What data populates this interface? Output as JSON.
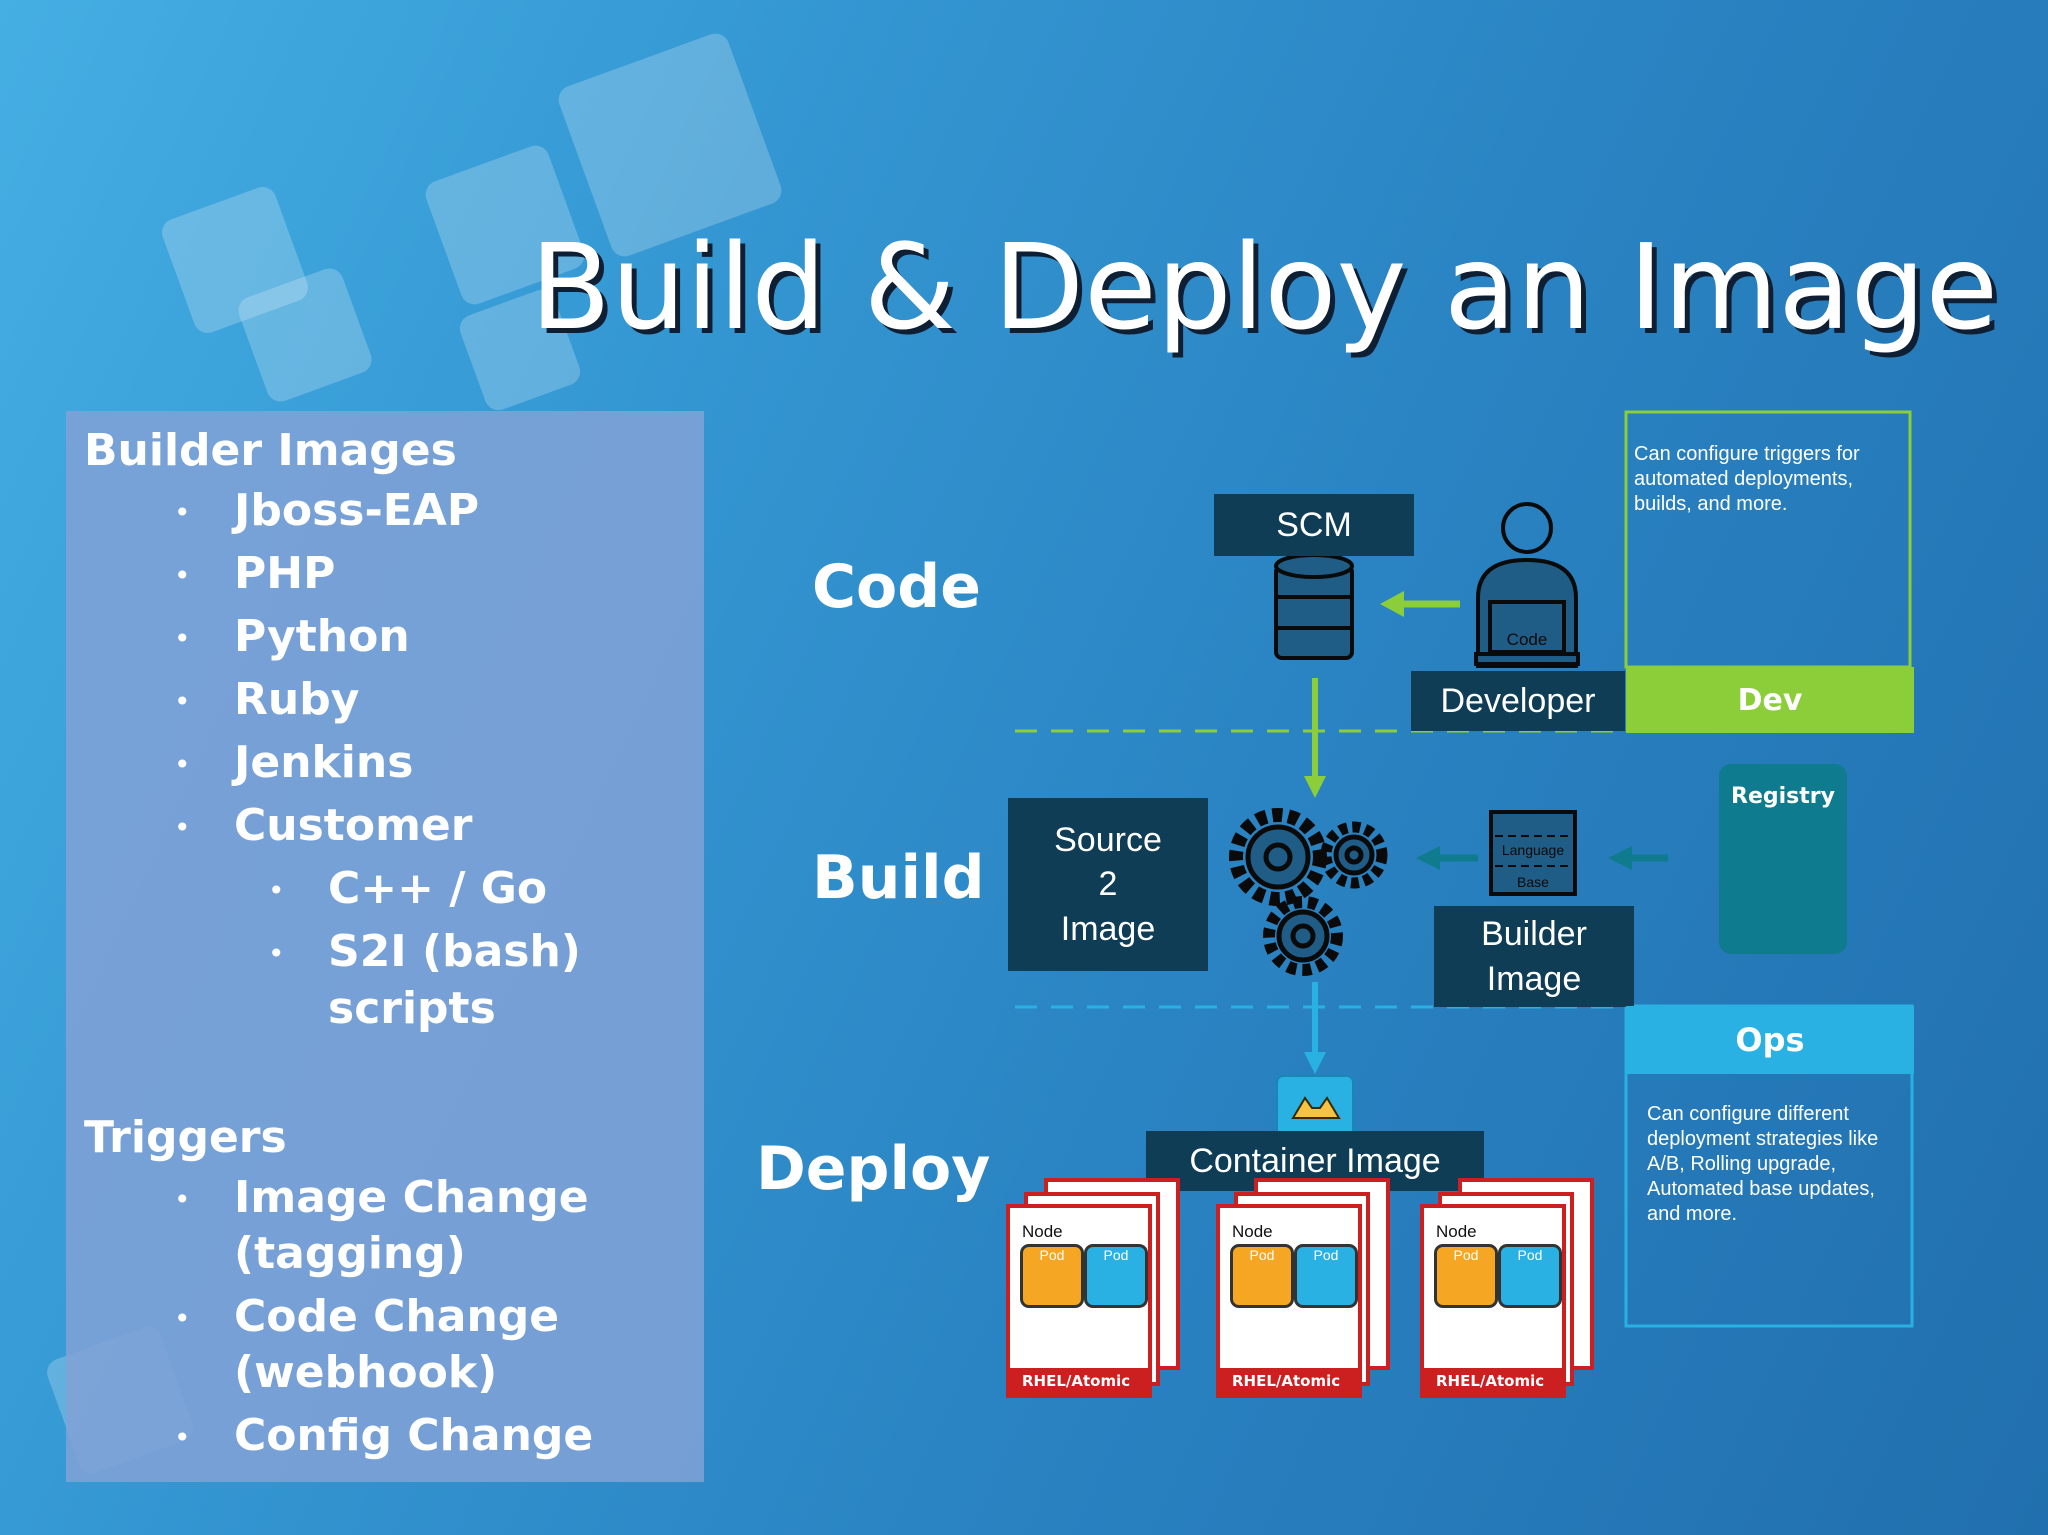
{
  "title": "Build & Deploy an Image",
  "left_panel": {
    "builder_heading": "Builder Images",
    "builder_items": [
      "Jboss-EAP",
      "PHP",
      "Python",
      "Ruby",
      "Jenkins",
      "Customer"
    ],
    "customer_subitems": [
      "C++ / Go",
      "S2I (bash)",
      "scripts"
    ],
    "triggers_heading": "Triggers",
    "trigger_items": [
      "Image Change",
      "(tagging)",
      "Code  Change",
      "(webhook)",
      "Config Change"
    ]
  },
  "stages": {
    "code": "Code",
    "build": "Build",
    "deploy": "Deploy"
  },
  "boxes": {
    "scm": "SCM",
    "developer": "Developer",
    "source2image_line1": "Source",
    "source2image_line2": "2",
    "source2image_line3": "Image",
    "builder_image_line1": "Builder",
    "builder_image_line2": "Image",
    "container_image": "Container Image",
    "laptop_code": "Code",
    "language": "Language",
    "base": "Base",
    "registry": "Registry"
  },
  "dev": {
    "band": "Dev",
    "note": "Can configure triggers for automated deployments, builds, and  more."
  },
  "ops": {
    "band": "Ops",
    "note": "Can configure different deployment strategies like A/B, Rolling upgrade, Automated base updates, and more."
  },
  "nodes": [
    {
      "node": "Node",
      "pod1": "Pod",
      "pod2": "Pod",
      "footer": "RHEL/Atomic"
    },
    {
      "node": "Node",
      "pod1": "Pod",
      "pod2": "Pod",
      "footer": "RHEL/Atomic"
    },
    {
      "node": "Node",
      "pod1": "Pod",
      "pod2": "Pod",
      "footer": "RHEL/Atomic"
    }
  ],
  "colors": {
    "dark_box": "#0f3d55",
    "dev_green": "#8ccd3a",
    "ops_blue": "#29b1e3",
    "node_red": "#cc1f1f",
    "pod_orange": "#f5a623",
    "pod_blue": "#29b1e3",
    "registry_teal": "#0f7b8f"
  }
}
